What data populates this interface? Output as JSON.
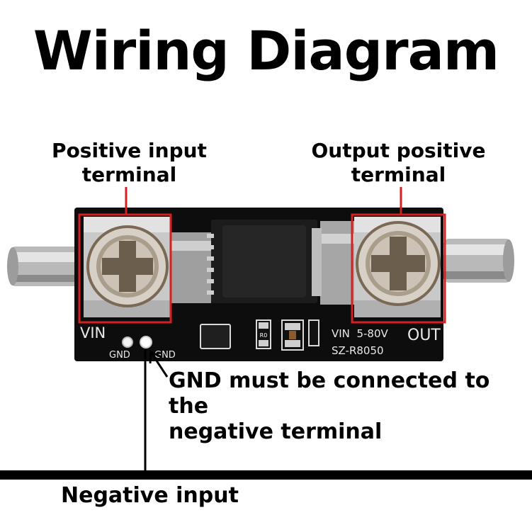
{
  "title": "Wiring Diagram",
  "labels": {
    "positive_input": [
      "Positive input",
      "terminal"
    ],
    "output_positive": [
      "Output positive",
      "terminal"
    ],
    "gnd_note": [
      "GND must be connected to the",
      "negative terminal"
    ],
    "negative_input": "Negative input"
  },
  "board": {
    "vin": "VIN",
    "out": "OUT",
    "gnd_left": "GND",
    "gnd_right": "GND",
    "voltage": "VIN  5-80V",
    "model": "SZ-R8050",
    "resistor": "R0"
  },
  "colors": {
    "highlight": "#d42020",
    "board": "#0d0d0d"
  }
}
